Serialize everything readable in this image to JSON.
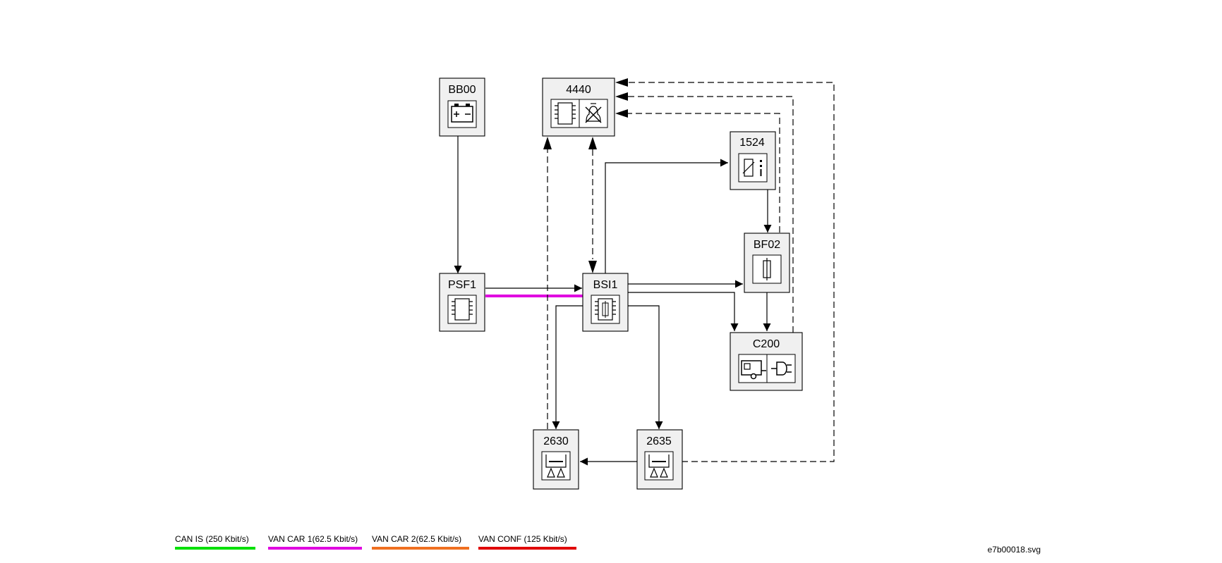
{
  "nodes": {
    "bb00": "BB00",
    "n4440": "4440",
    "n1524": "1524",
    "psf1": "PSF1",
    "bsi1": "BSI1",
    "bf02": "BF02",
    "c200": "C200",
    "n2630": "2630",
    "n2635": "2635"
  },
  "legend": [
    {
      "label": "CAN IS (250 Kbit/s)",
      "color": "#00e000"
    },
    {
      "label": "VAN CAR 1(62.5 Kbit/s)",
      "color": "#e000e0"
    },
    {
      "label": "VAN CAR 2(62.5 Kbit/s)",
      "color": "#f07020"
    },
    {
      "label": "VAN CONF (125 Kbit/s)",
      "color": "#e00000"
    }
  ],
  "filename": "e7b00018.svg",
  "icons": {
    "bb00": "battery-icon",
    "n4440": [
      "chip-icon",
      "alarm-bell-icon"
    ],
    "n1524": "sensor-relay-icon",
    "psf1": "chip-icon",
    "bsi1": "fuse-chip-icon",
    "bf02": "fuse-icon",
    "c200": [
      "trailer-icon",
      "socket-plug-icon"
    ],
    "n2630": "seat-icon",
    "n2635": "seat-icon"
  }
}
